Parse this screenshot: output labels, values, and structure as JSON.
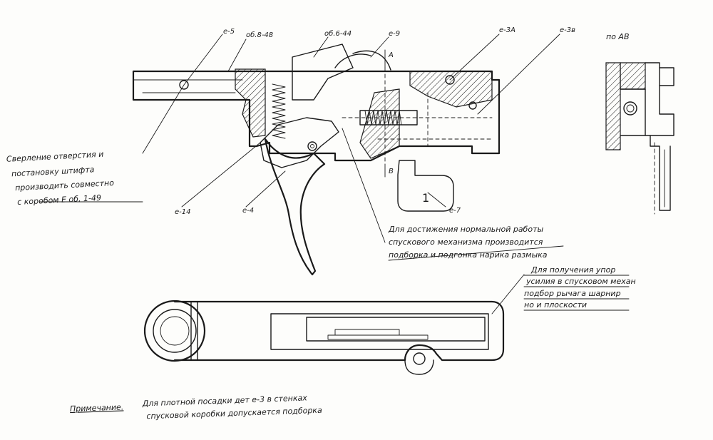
{
  "labels": {
    "part_e5": "е-5",
    "part_ob8": "об.8-48",
    "part_ob6": "об.6-44",
    "part_e9": "е-9",
    "part_e3a": "е-3А",
    "part_e3b": "е-3в",
    "view_ab": "по АВ",
    "mark_a": "А",
    "mark_b": "В",
    "part_e14": "е-14",
    "part_e4": "е-4",
    "part_e7": "е-7",
    "detail_number": "1"
  },
  "notes": {
    "drilling": [
      "Сверление отверстия и",
      "постановку штифта",
      "производить совместно",
      "с коробом  Е об. 1-49"
    ],
    "trigger": [
      "Для достижения нормальной работы",
      "спускового механизма производится",
      "подборка и подгонка нарика размыка"
    ],
    "right": [
      "Для получения упор",
      "усилия в спусковом механ",
      "подбор рычага шарнир",
      "но и плоскости"
    ],
    "remark_title": "Примечание.",
    "remark_line1": "Для плотной посадки дет е-3 в стенках",
    "remark_line2": "спусковой коробки допускается подборка"
  }
}
